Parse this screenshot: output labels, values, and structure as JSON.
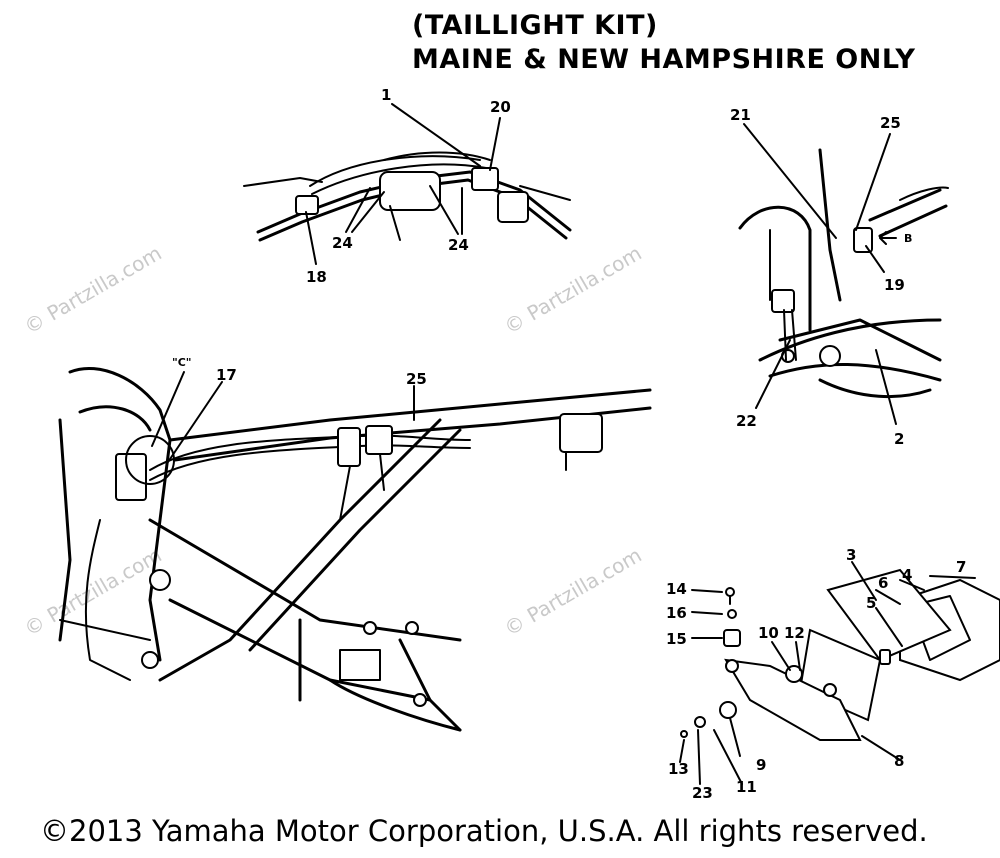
{
  "title": {
    "line1": "(TAILLIGHT KIT)",
    "line2": "MAINE & NEW HAMPSHIRE ONLY"
  },
  "watermark": "© Partzilla.com",
  "copyright": "©2013 Yamaha Motor Corporation, U.S.A. All rights reserved.",
  "callouts": {
    "c1": "1",
    "c20": "20",
    "c24a": "24",
    "c24b": "24",
    "c18": "18",
    "c21": "21",
    "c25a": "25",
    "c19": "19",
    "cB": "B",
    "c22": "22",
    "c2": "2",
    "cC": "\"C\"",
    "c17": "17",
    "c25b": "25",
    "c3": "3",
    "c7": "7",
    "c6": "6",
    "c4": "4",
    "c5": "5",
    "c14": "14",
    "c16": "16",
    "c15": "15",
    "c10": "10",
    "c12": "12",
    "c13": "13",
    "c23": "23",
    "c11": "11",
    "c9": "9",
    "c8": "8"
  }
}
